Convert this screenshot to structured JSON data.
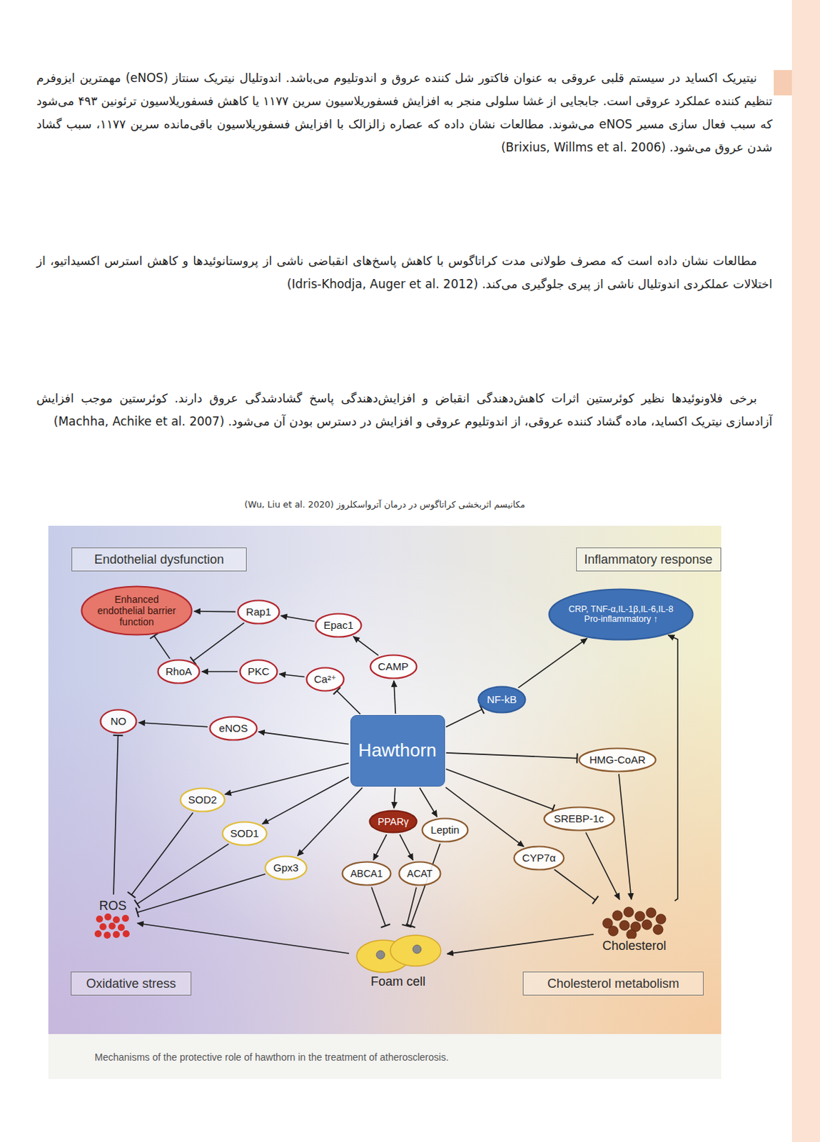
{
  "diagram": {
    "title": "مکانیسم اثربخشی کراتاگوس در درمان آترواسکلروز (Wu, Liu et al. 2020)",
    "caption": "Mechanisms of the protective role of hawthorn in the treatment of atherosclerosis.",
    "nodes": [
      {
        "text": [
          "Endothelial dysfunction"
        ]
      },
      {
        "text": [
          "Inflammatory response"
        ]
      },
      {
        "text": [
          "Enhanced endothelial barrier function"
        ]
      },
      {
        "text": [
          "Rap1"
        ]
      },
      {
        "text": [
          "Epac1"
        ]
      },
      {
        "text": [
          "CRP, TNF-α,IL-1β,IL-6,IL-8",
          "Pro-inflammatory ↑"
        ]
      },
      {
        "text": [
          "RhoA"
        ]
      },
      {
        "text": [
          "PKC"
        ]
      },
      {
        "text": [
          "Ca²⁺"
        ]
      },
      {
        "text": [
          "CAMP"
        ]
      },
      {
        "text": [
          "NF-kB"
        ]
      },
      {
        "text": [
          "NO"
        ]
      },
      {
        "text": [
          "eNOS"
        ]
      },
      {
        "text": [
          "Hawthorn"
        ]
      },
      {
        "text": [
          "HMG-CoAR"
        ]
      },
      {
        "text": [
          "SOD2"
        ]
      },
      {
        "text": [
          "SOD1"
        ]
      },
      {
        "text": [
          "PPARγ"
        ]
      },
      {
        "text": [
          "Leptin"
        ]
      },
      {
        "text": [
          "SREBP-1c"
        ]
      },
      {
        "text": [
          "Gpx3"
        ]
      },
      {
        "text": [
          "CYP7α"
        ]
      },
      {
        "text": [
          "ABCA1"
        ]
      },
      {
        "text": [
          "ACAT"
        ]
      },
      {
        "text": [
          "ROS"
        ]
      },
      {
        "text": [
          "Cholesterol"
        ]
      },
      {
        "text": [
          "Foam cell"
        ]
      },
      {
        "text": [
          "Oxidative stress"
        ]
      },
      {
        "text": [
          "Cholesterol metabolism"
        ]
      }
    ],
    "edges": [
      {
        "from": 3,
        "to": 2,
        "arrow": "to"
      },
      {
        "from": 4,
        "to": 3,
        "arrow": "to"
      },
      {
        "from": 9,
        "to": 4,
        "arrow": "to"
      },
      {
        "from": 3,
        "to": 6,
        "arrow": "to"
      },
      {
        "from": 6,
        "to": 2,
        "arrow": "to"
      },
      {
        "from": 7,
        "to": 6,
        "arrow": "to"
      },
      {
        "from": 8,
        "to": 7,
        "arrow": "to"
      },
      {
        "from": 13,
        "to": 8,
        "arrow": "to"
      },
      {
        "from": 13,
        "to": 9,
        "arrow": "to"
      },
      {
        "from": 13,
        "to": 10,
        "arrow": "to"
      },
      {
        "from": 10,
        "to": 5,
        "arrow": "to"
      },
      {
        "from": 13,
        "to": 12,
        "arrow": "to"
      },
      {
        "from": 12,
        "to": 11,
        "arrow": "to"
      },
      {
        "from": 24,
        "to": 11,
        "arrow": "to"
      },
      {
        "from": 13,
        "to": 14,
        "arrow": "to"
      },
      {
        "from": 14,
        "to": 25,
        "arrow": "to"
      },
      {
        "from": 13,
        "to": 19,
        "arrow": "to"
      },
      {
        "from": 19,
        "to": 25,
        "arrow": "to"
      },
      {
        "from": 13,
        "to": 21,
        "arrow": "to"
      },
      {
        "from": 21,
        "to": 25,
        "arrow": "to"
      },
      {
        "from": 25,
        "to": 5,
        "arrow": "to"
      },
      {
        "from": 25,
        "to": 26,
        "arrow": "to"
      },
      {
        "from": 26,
        "to": 24,
        "arrow": "to"
      },
      {
        "from": 13,
        "to": 15,
        "arrow": "to"
      },
      {
        "from": 13,
        "to": 16,
        "arrow": "to"
      },
      {
        "from": 13,
        "to": 20,
        "arrow": "to"
      },
      {
        "from": 15,
        "to": 24,
        "arrow": "to"
      },
      {
        "from": 16,
        "to": 24,
        "arrow": "to"
      },
      {
        "from": 20,
        "to": 24,
        "arrow": "to"
      },
      {
        "from": 13,
        "to": 17,
        "arrow": "to"
      },
      {
        "from": 13,
        "to": 18,
        "arrow": "to"
      },
      {
        "from": 17,
        "to": 22,
        "arrow": "to"
      },
      {
        "from": 17,
        "to": 23,
        "arrow": "to"
      },
      {
        "from": 22,
        "to": 26,
        "arrow": "to"
      },
      {
        "from": 23,
        "to": 26,
        "arrow": "to"
      },
      {
        "from": 18,
        "to": 26,
        "arrow": "to"
      }
    ],
    "labels": [
      "نیتیریک اکساید در سیستم قلبی عروقی به عنوان فاکتور شل کننده عروق و اندوتلیوم می‌باشد. اندوتلیال نیتریک سنتاز (eNOS) مهمترین ایزوفرم تنظیم کننده عملکرد عروقی است. جابجایی از غشا سلولی منجر به افزایش فسفوریلاسیون سرین ۱۱۷۷ یا کاهش فسفوریلاسیون ترئونین ۴۹۳ می‌شود که سبب فعال سازی مسیر eNOS می‌شوند. مطالعات نشان داده که عصاره زالزالک با افزایش فسفوریلاسیون باقی‌مانده سرین ۱۱۷۷، سبب گشاد شدن عروق می‌شود. (Brixius, Willms et al. 2006)",
      "مطالعات نشان داده است که مصرف طولانی مدت کراتاگوس با کاهش پاسخ‌های انقباضی ناشی از پروستانوئیدها و کاهش استرس اکسیداتیو، از اختلالات عملکردی اندوتلیال ناشی از پیری جلوگیری می‌کند. (Idris-Khodja, Auger et al. 2012)",
      "برخی فلاونوئیدها نظیر کوئرستین اثرات کاهش‌دهندگی انقباض و افزایش‌دهندگی پاسخ گشادشدگی عروق دارند. کوئرستین موجب افزایش آزادسازی نیتریک اکساید، ماده گشاد کننده عروقی، از اندوتلیوم عروقی و افزایش در دسترس بودن آن می‌شود. (Machha, Achike et al. 2007)"
    ]
  }
}
